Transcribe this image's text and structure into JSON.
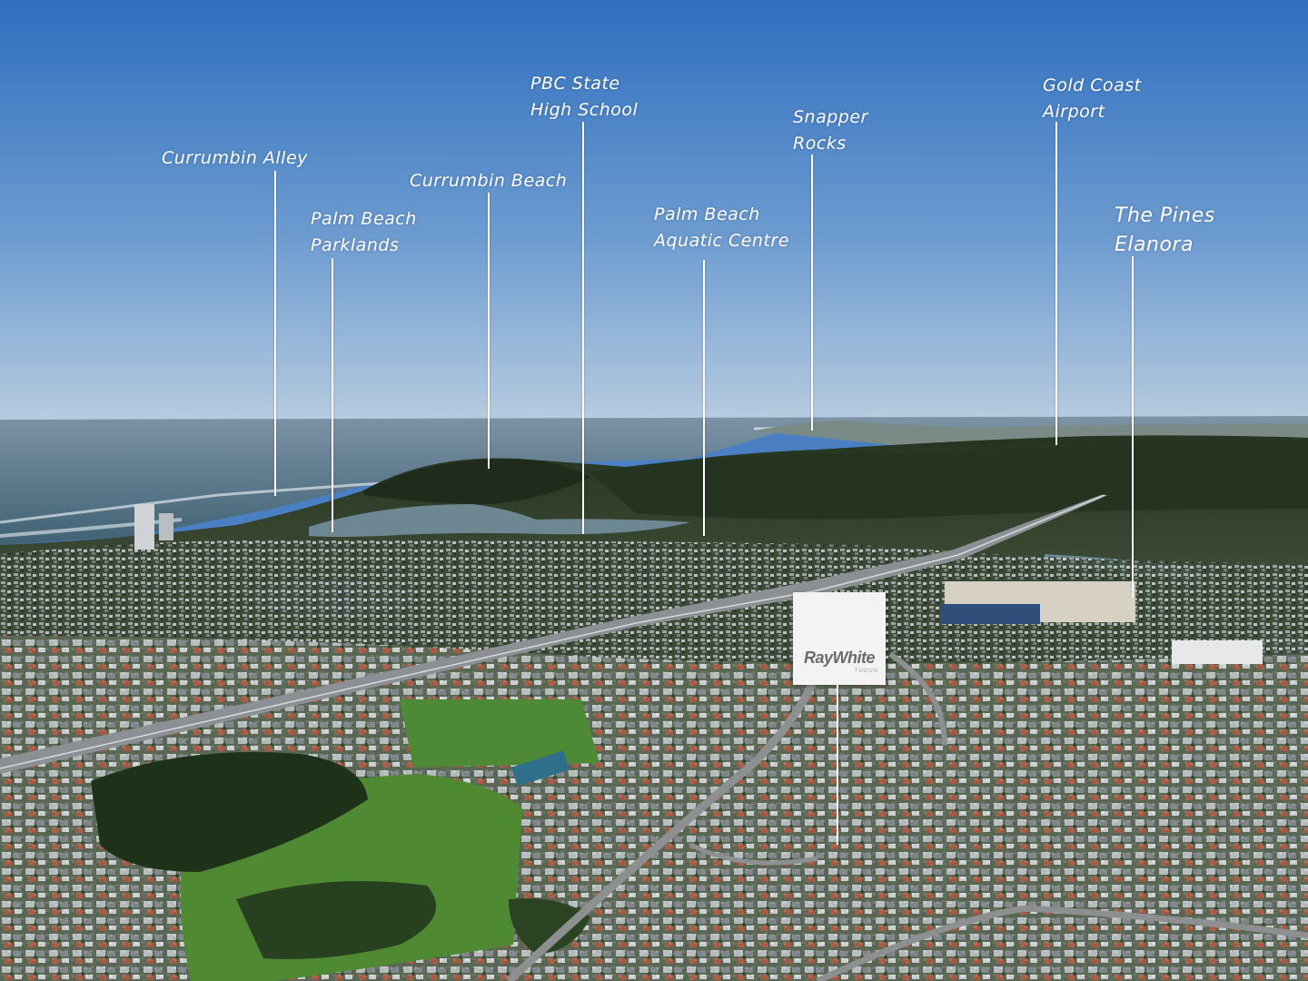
{
  "labels": [
    {
      "id": "currumbin-alley",
      "text": "Currumbin Alley"
    },
    {
      "id": "palm-beach-parklands",
      "text": "Palm Beach\nParklands"
    },
    {
      "id": "currumbin-beach",
      "text": "Currumbin Beach"
    },
    {
      "id": "pbc-state-high-school",
      "text": "PBC State\nHigh School"
    },
    {
      "id": "palm-beach-aquatic-centre",
      "text": "Palm Beach\nAquatic Centre"
    },
    {
      "id": "snapper-rocks",
      "text": "Snapper\nRocks"
    },
    {
      "id": "gold-coast-airport",
      "text": "Gold Coast\nAirport"
    },
    {
      "id": "the-pines-elanora",
      "text": "The Pines\nElanora"
    }
  ],
  "logo": {
    "name": "RayWhite",
    "office": "TUGUN",
    "background": "#f3f3f3"
  },
  "colors": {
    "sky_top": "#2f6fbf",
    "sky_horizon": "#b9cde0",
    "ocean": "#4c6b80",
    "land": "#2f3f2c",
    "label_text": "#ffffff"
  }
}
